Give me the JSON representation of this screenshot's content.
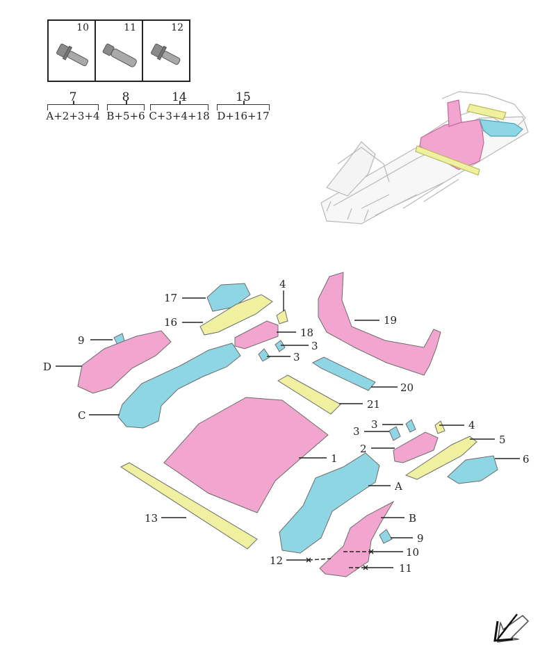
{
  "fasteners": [
    {
      "number": "10"
    },
    {
      "number": "11"
    },
    {
      "number": "12"
    }
  ],
  "kits": [
    {
      "number": "7",
      "formula": "A+2+3+4"
    },
    {
      "number": "8",
      "formula": "B+5+6"
    },
    {
      "number": "14",
      "formula": "C+3+4+18"
    },
    {
      "number": "15",
      "formula": "D+16+17"
    }
  ],
  "callouts": {
    "c17": "17",
    "c16": "16",
    "c4a": "4",
    "c18": "18",
    "c19": "19",
    "c9a": "9",
    "c3a": "3",
    "c3b": "3",
    "cD": "D",
    "c20": "20",
    "cC": "C",
    "c21": "21",
    "c3c": "3",
    "c3d": "3",
    "c4b": "4",
    "c5": "5",
    "c2": "2",
    "c6": "6",
    "c1": "1",
    "cA": "A",
    "c13": "13",
    "cB": "B",
    "c9b": "9",
    "c12": "12",
    "c10": "10",
    "c11": "11"
  },
  "colors": {
    "pink": "#f2a6cf",
    "cyan": "#8fd6e4",
    "yellow": "#eff0a0",
    "outline": "#6b6b6b"
  }
}
